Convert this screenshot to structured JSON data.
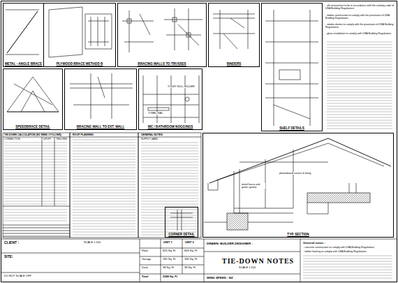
{
  "diagram": {
    "title": "TIE-DOWN NOTES",
    "nodes": [
      {
        "text": [
          "METAL - ANGLE BRACE"
        ]
      },
      {
        "text": [
          "PLYWOOD BRACE METHOD B"
        ]
      },
      {
        "text": [
          "BRACING WALLS TO TRUSSES"
        ]
      },
      {
        "text": [
          "BINDERS"
        ]
      },
      {
        "text": [
          "SHELF DETAILS"
        ]
      },
      {
        "text": [
          "SPEEDBRACE DETAIL"
        ]
      },
      {
        "text": [
          "BRACING WALL TO EXT. WALL"
        ]
      },
      {
        "text": [
          "WC / BATHROOM NOGGINGS"
        ]
      },
      {
        "text": [
          "TYP. SECTION"
        ]
      },
      {
        "text": [
          "CORNER DETAIL"
        ]
      }
    ],
    "labels": [
      "- all construction to be in accordance with the existing code of USA Building Regulations",
      "- timber construction to comply with the provisions of USA Building Regulations",
      "- smoke alarms to comply with the provisions of USA Building Regulations",
      "- glass installation to comply with USA Building Regulations",
      "TOILET ROLL HOLDER",
      "TOWEL RAIL",
      "TIE DOWN CALCULATION (NZ WIND CYCLONE)",
      "CONNECTION",
      "UPLIFT",
      "TIEDOWN",
      "ROOF PLANNING",
      "GENERAL NOTES",
      "SUPPLY LABEL",
      "plasterboard cornice & lining",
      "metal fascia and gutter system",
      "CLIENT :",
      "SITE:",
      "SCALE 1:100",
      "UNIT 1",
      "UNIT 2",
      "Floor",
      "825 Sq. Ft",
      "843 Sq. Ft",
      "Garage",
      "185 Sq. Ft",
      "180 Sq. Ft",
      "Deck",
      "38 Sq. Ft",
      "38 Sq. Ft",
      "Total",
      "2249 Sq. Ft",
      "DRAWN: BUILDER-DESIGNER :",
      "SCALE 1:100",
      "WIND SPEED : NZ",
      "General notes :",
      "- concrete construction to comply with USA Building Regulations",
      "- timber framing to comply with USA Building Regulations",
      "DO NOT SCALE OFF"
    ]
  }
}
